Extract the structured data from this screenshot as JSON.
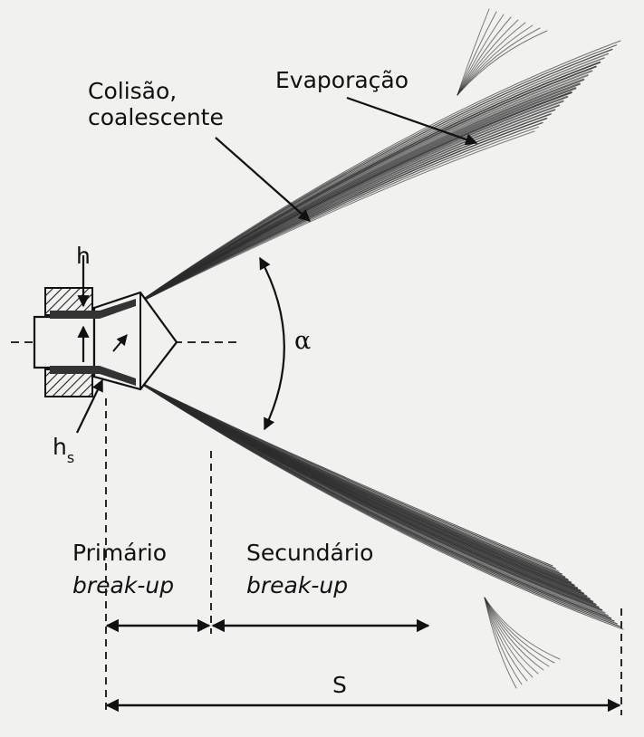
{
  "labels": {
    "collision": [
      "Colisão,",
      "coalescente"
    ],
    "evaporation": "Evaporação",
    "h": "h",
    "hs": "h",
    "hs_sub": "s",
    "alpha": "α",
    "primary": "Primário",
    "secondary": "Secundário",
    "breakup": "break-up",
    "s": "S"
  },
  "colors": {
    "ink": "#111111",
    "spray": "#2a2a2a",
    "background": "#f1f1ef"
  }
}
